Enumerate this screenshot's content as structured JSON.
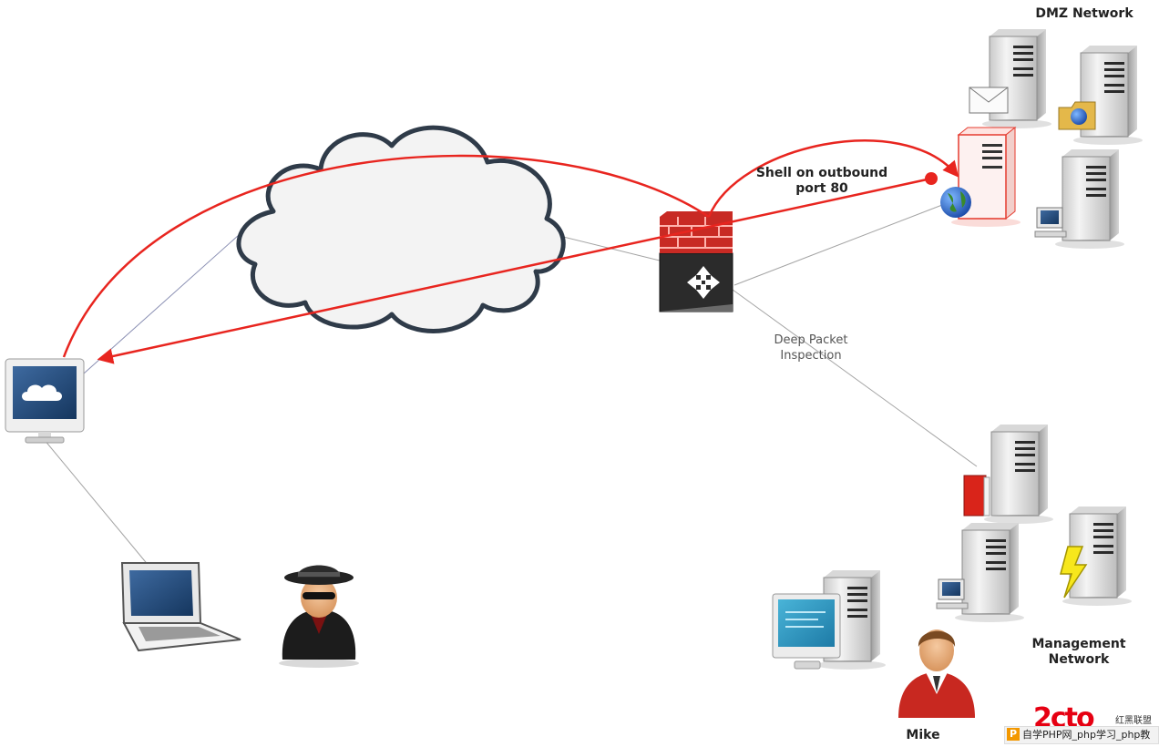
{
  "labels": {
    "dmz_network": "DMZ Network",
    "shell_line1": "Shell on outbound",
    "shell_line2": "port 80",
    "deep_packet_line1": "Deep Packet",
    "deep_packet_line2": "Inspection",
    "management_line1": "Management",
    "management_line2": "Network",
    "mike": "Mike"
  },
  "watermark": {
    "logo_text": "2cto",
    "logo_cn": "红黑联盟",
    "bar_text": "自学PHP网_php学习_php教"
  },
  "colors": {
    "attack_arrow": "#e8251f",
    "link_line": "#9a9a9a",
    "firewall_brick": "#d42a24",
    "firewall_base": "#2b2b2b",
    "server_body": "#e6e6e6",
    "highlight_server_border": "#e53b2f"
  },
  "icons": [
    "cloud-icon",
    "firewall-router-icon",
    "monitor-icon",
    "laptop-icon",
    "spy-hacker-icon",
    "user-mike-icon",
    "mail-server-icon",
    "file-server-icon",
    "web-server-icon",
    "workstation-server-icon",
    "directory-server-icon",
    "power-server-icon"
  ]
}
